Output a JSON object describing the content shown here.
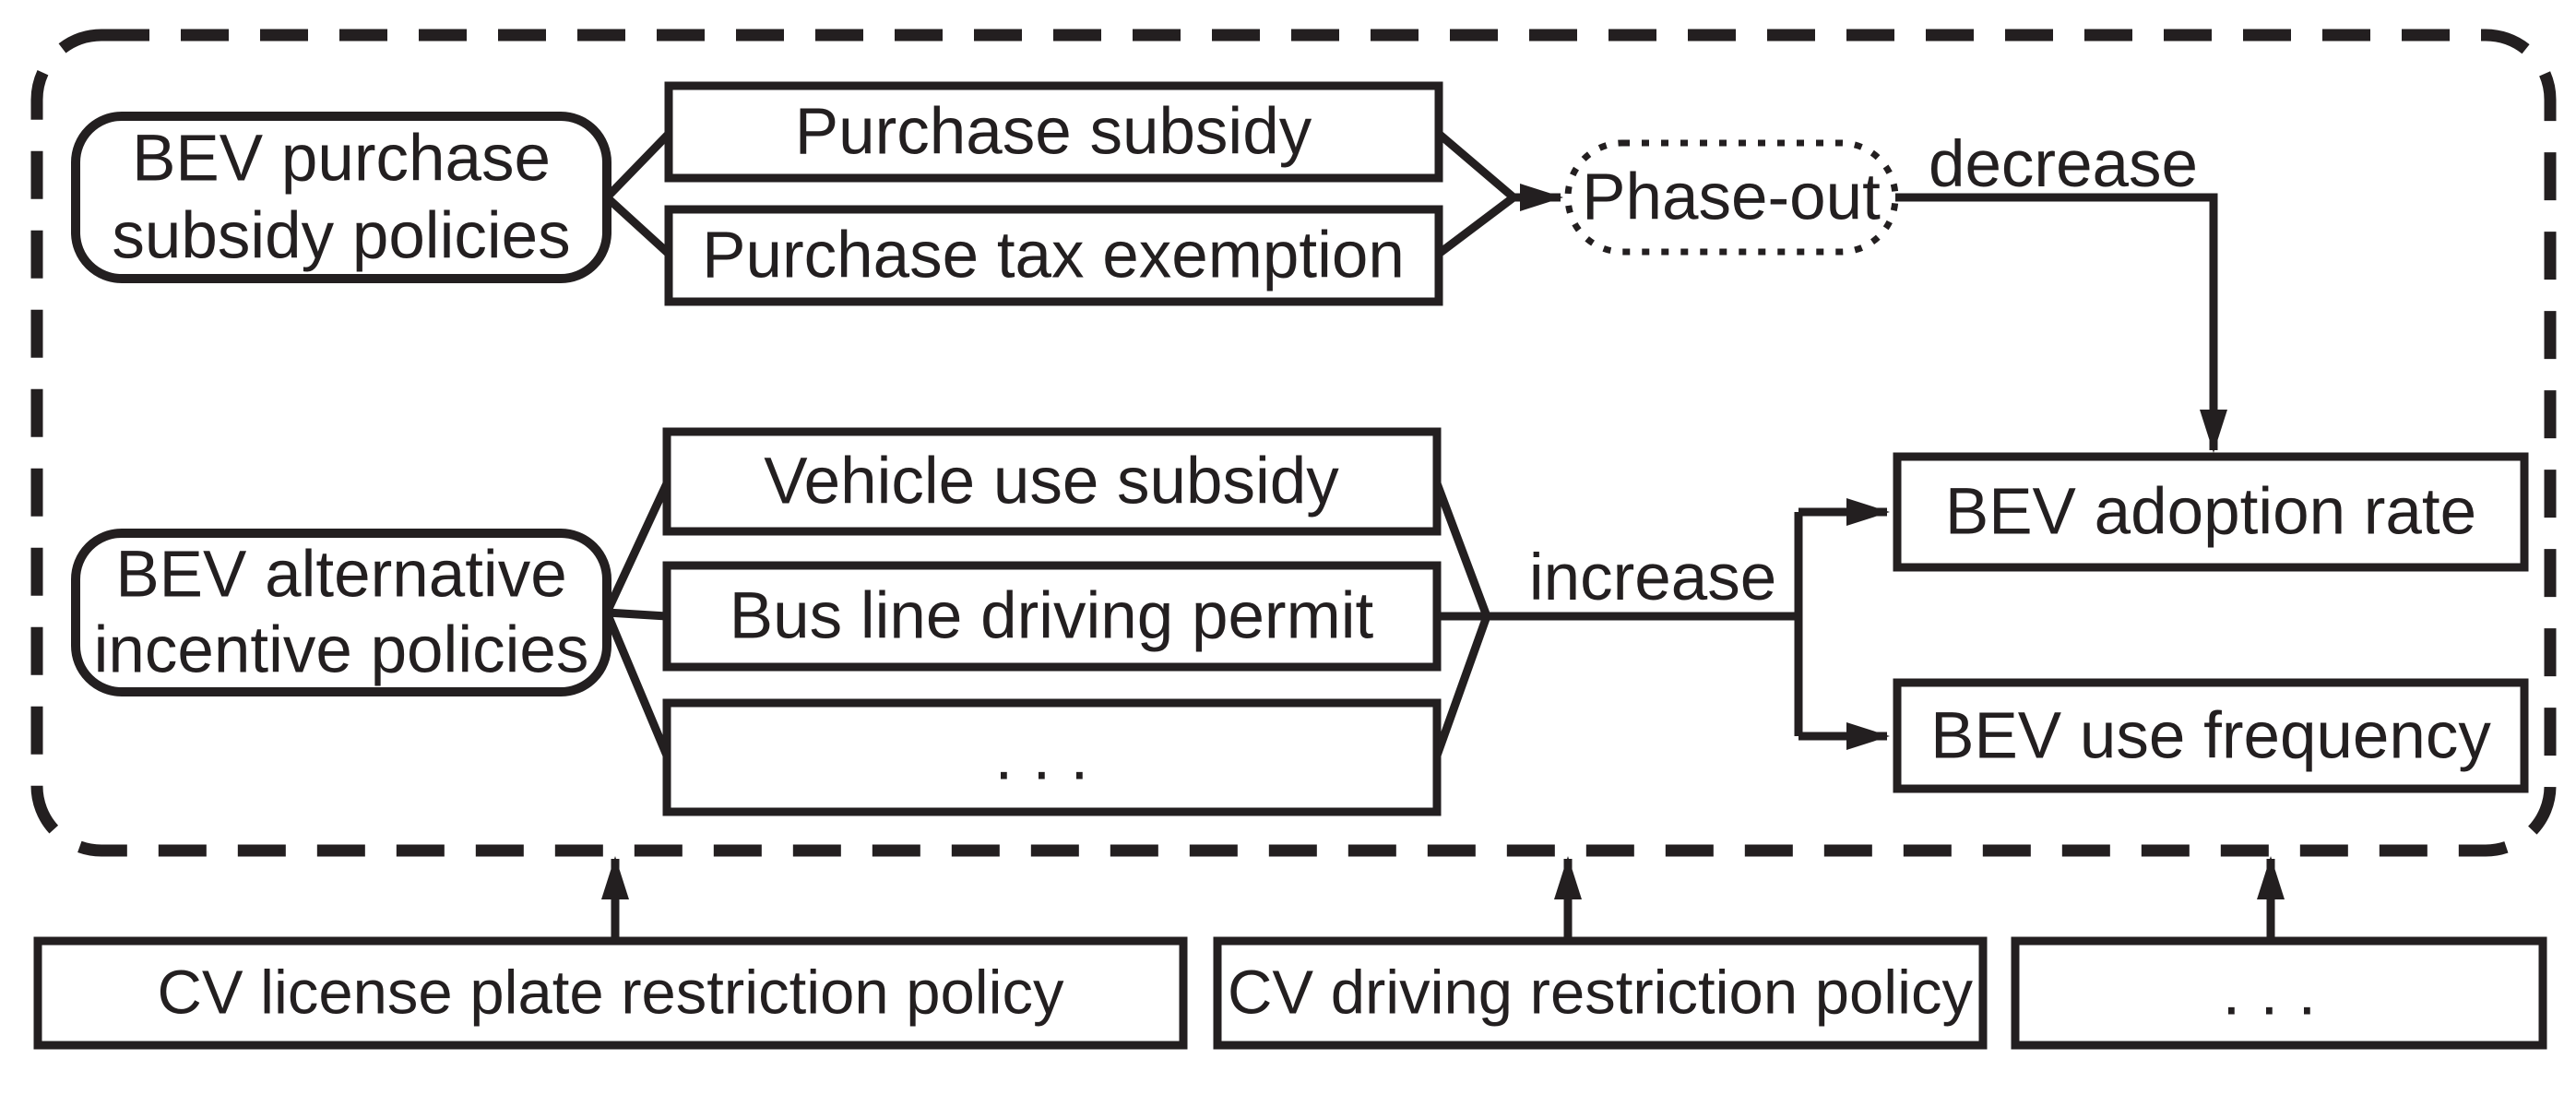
{
  "colors": {
    "ink": "#231f20",
    "background": "#ffffff"
  },
  "diagram": {
    "nodes": {
      "bev_purchase_subsidy_policies": {
        "lines": [
          "BEV purchase",
          "subsidy policies"
        ]
      },
      "purchase_subsidy": {
        "label": "Purchase subsidy"
      },
      "purchase_tax_exemption": {
        "label": "Purchase tax exemption"
      },
      "phase_out": {
        "label": "Phase-out"
      },
      "bev_adoption_rate": {
        "label": "BEV adoption rate"
      },
      "bev_use_frequency": {
        "label": "BEV use frequency"
      },
      "bev_alternative_incentive_policies": {
        "lines": [
          "BEV alternative",
          "incentive policies"
        ]
      },
      "vehicle_use_subsidy": {
        "label": "Vehicle use subsidy"
      },
      "bus_line_driving_permit": {
        "label": "Bus line driving permit"
      },
      "more_incentive_policies": {
        "label": "..."
      },
      "cv_license_plate_restriction_policy": {
        "label": "CV license plate restriction policy"
      },
      "cv_driving_restriction_policy": {
        "label": "CV driving restriction policy"
      },
      "more_external_policies": {
        "label": "..."
      }
    },
    "edge_labels": {
      "decrease": "decrease",
      "increase": "increase"
    }
  }
}
